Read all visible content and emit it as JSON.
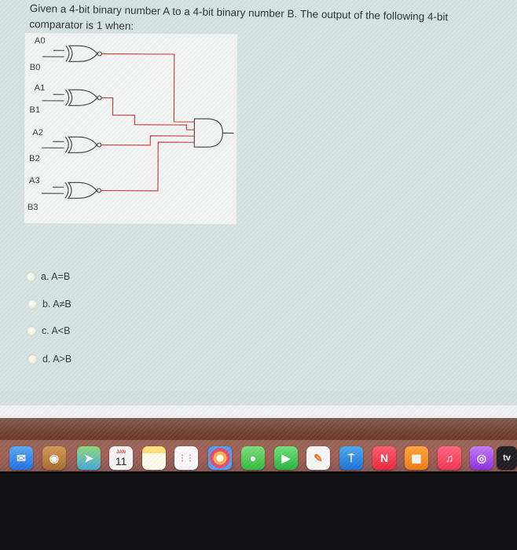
{
  "question": {
    "text": "Given a 4-bit binary number A to a 4-bit binary number B. The output of the following 4-bit comparator is 1 when:"
  },
  "diagram": {
    "labels": [
      "A0",
      "B0",
      "A1",
      "B1",
      "A2",
      "B2",
      "A3",
      "B3"
    ],
    "wire_color": "#c4322c"
  },
  "options": [
    {
      "label": "a. A=B"
    },
    {
      "label": "b. A≠B"
    },
    {
      "label": "c. A<B"
    },
    {
      "label": "d. A>B"
    }
  ],
  "dock": {
    "calendar_month": "JAN",
    "calendar_day": "11",
    "tv_label": "tv",
    "icons": [
      "mail-icon",
      "contacts-icon",
      "maps-icon",
      "calendar-icon",
      "notes-icon",
      "reminders-icon",
      "photos-icon",
      "messages-icon",
      "facetime-icon",
      "freeform-icon",
      "keynote-icon",
      "news-icon",
      "books-icon",
      "music-icon",
      "podcasts-icon",
      "appletv-icon"
    ]
  }
}
